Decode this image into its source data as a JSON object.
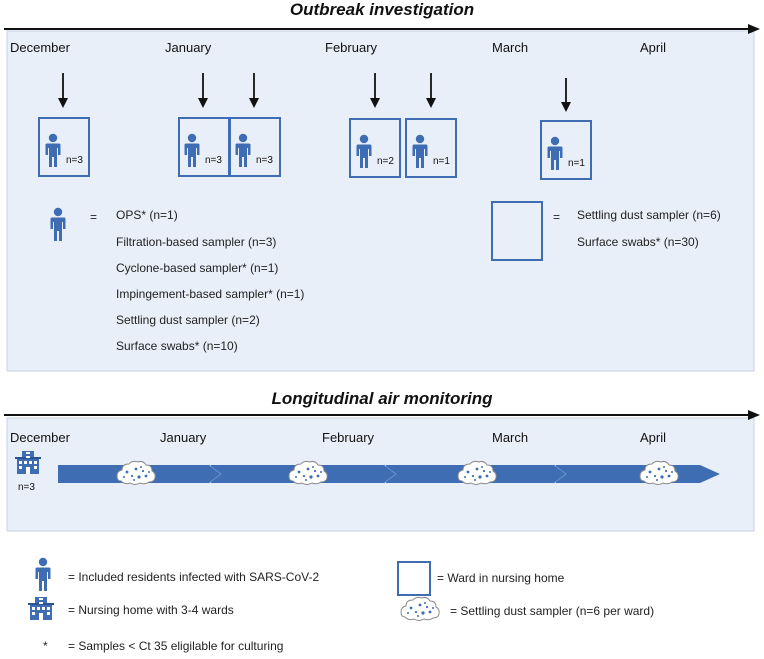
{
  "outbreak": {
    "title": "Outbreak investigation",
    "months": [
      "December",
      "January",
      "February",
      "March",
      "April"
    ],
    "wards": [
      {
        "month": "December",
        "label": "n=3"
      },
      {
        "month": "January",
        "label": "n=3"
      },
      {
        "month": "January",
        "label": "n=3"
      },
      {
        "month": "February",
        "label": "n=2"
      },
      {
        "month": "February",
        "label": "n=1"
      },
      {
        "month": "March",
        "label": "n=1"
      }
    ],
    "person_legend": {
      "equals": "=",
      "items": [
        "OPS* (n=1)",
        "Filtration-based sampler (n=3)",
        "Cyclone-based sampler* (n=1)",
        "Impingement-based sampler* (n=1)",
        "Settling dust sampler (n=2)",
        "Surface swabs* (n=10)"
      ]
    },
    "ward_legend": {
      "equals": "=",
      "items": [
        "Settling dust sampler (n=6)",
        "Surface swabs* (n=30)"
      ]
    }
  },
  "longitudinal": {
    "title": "Longitudinal air monitoring",
    "months": [
      "December",
      "January",
      "February",
      "March",
      "April"
    ],
    "home_label": "n=3"
  },
  "key": {
    "resident": "= Included residents infected with SARS-CoV-2",
    "ward": "= Ward in nursing home",
    "nursing_home": "= Nursing home with 3-4 wards",
    "dust_sampler": "= Settling dust sampler (n=6 per ward)",
    "asterisk_symbol": "*",
    "asterisk": "= Samples < Ct 35 eligilable for culturing"
  },
  "colors": {
    "accent": "#3f6db3",
    "panel": "#e9eff8",
    "panel_border": "#c7d2e3",
    "arrow": "#111111"
  }
}
